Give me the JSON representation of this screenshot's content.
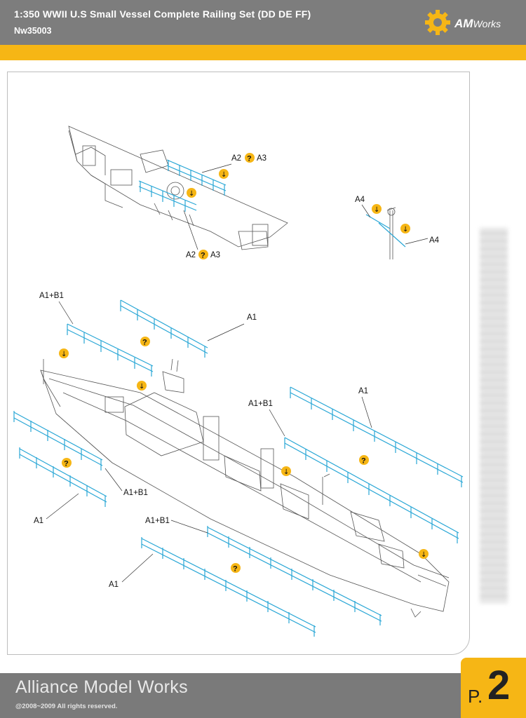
{
  "header": {
    "title": "1:350 WWII U.S Small Vessel Complete Railing Set (DD DE FF)",
    "code": "Nw35003",
    "logo_primary": "AM",
    "logo_secondary": "Works"
  },
  "labels": {
    "a2a3_top": [
      "A2",
      "A3"
    ],
    "a2a3_bottom": [
      "A2",
      "A3"
    ],
    "a4_left": "A4",
    "a4_right": "A4",
    "a1b1_upper_left": "A1+B1",
    "a1_upper": "A1",
    "a1_right": "A1",
    "a1b1_right": "A1+B1",
    "a1b1_mid_left": "A1+B1",
    "a1_left": "A1",
    "a1b1_lower": "A1+B1",
    "a1_bottom": "A1"
  },
  "icons": {
    "question_glyph": "?",
    "arrow_glyph": "↓",
    "accent_color": "#f6b615"
  },
  "footer": {
    "brand": "Alliance Model Works",
    "copyright": "@2008~2009 All rights reserved.",
    "page_prefix": "P.",
    "page_number": "2"
  }
}
